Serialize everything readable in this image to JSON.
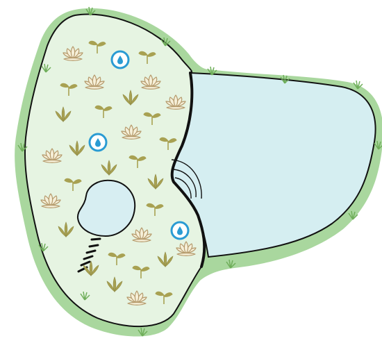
{
  "map": {
    "colors": {
      "grass_border": "#a9d79e",
      "grass_tuft": "#6fae5a",
      "garden_ground": "#e6f4e2",
      "lake_water": "#d5eef1",
      "pond_water": "#d7eef2",
      "outline": "#111111",
      "sprout": "#a8a152",
      "lotus_petal": "#f6efd8",
      "lotus_stroke": "#b59a6c",
      "water_icon": "#2a9bd3"
    },
    "elements": {
      "outer_grass": "grass-border",
      "garden": "garden-area",
      "lake": "lake",
      "pond": "small-pond",
      "wall": "dividing-wall",
      "ripples": "ripple-arcs",
      "steps": "dashed-steps"
    },
    "icons": {
      "water_marker": "water-drop-icon",
      "lotus": "lotus-flower-icon",
      "sprout": "sprout-icon",
      "seedling": "seedling-icon",
      "grass_tuft": "grass-tuft-icon"
    }
  }
}
